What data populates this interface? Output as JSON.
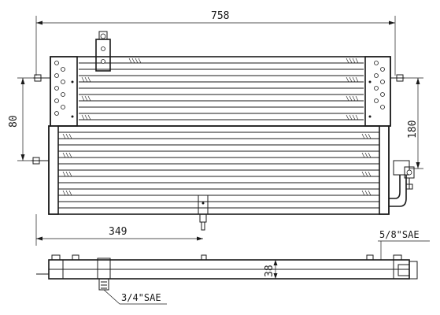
{
  "dimensions": {
    "overall_width": "758",
    "left_height": "80",
    "right_height": "180",
    "offset_length": "349",
    "depth": "38"
  },
  "fittings": {
    "outlet_label": "5/8\"SAE",
    "inlet_label": "3/4\"SAE"
  },
  "colors": {
    "line": "#1a1a1a",
    "background": "#ffffff"
  }
}
